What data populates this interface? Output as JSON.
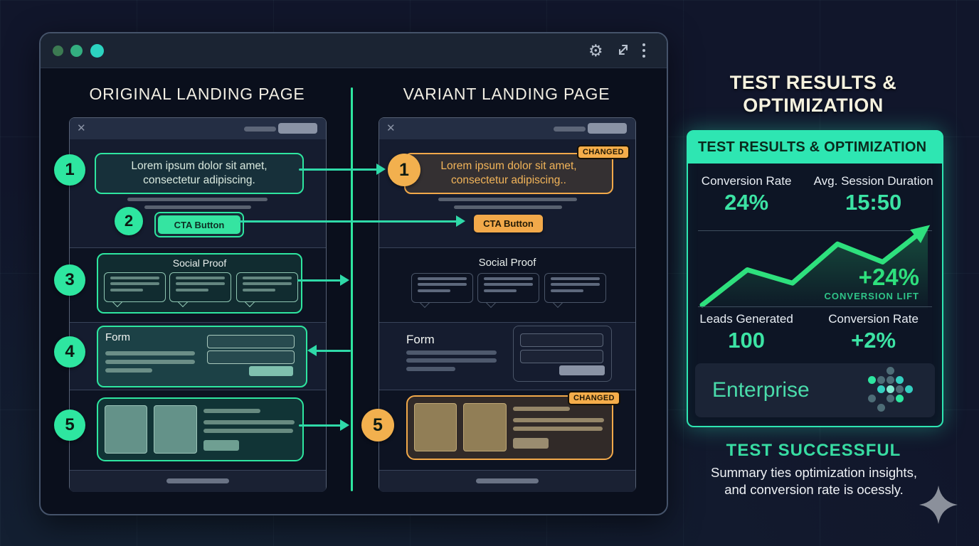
{
  "original": {
    "title": "ORIGINAL LANDING PAGE",
    "steps": [
      "1",
      "2",
      "3",
      "4",
      "5"
    ],
    "hero_line1": "Lorem ipsum dolor sit amet,",
    "hero_line2": "consectetur adipiscing.",
    "cta_label": "CTA Button",
    "social_title": "Social Proof",
    "form_title": "Form",
    "close_glyph": "✕"
  },
  "variant": {
    "title": "VARIANT LANDING PAGE",
    "step_1": "1",
    "step_5": "5",
    "hero_line1": "Lorem ipsum dolor sit amet,",
    "hero_line2": "consectetur adipiscing..",
    "cta_label": "CTA Button",
    "social_title": "Social Proof",
    "form_title": "Form",
    "changed_badge": "CHANGED",
    "close_glyph": "✕"
  },
  "results": {
    "heading_line1": "TEST RESULTS &",
    "heading_line2": "OPTIMIZATION",
    "card_header": "TEST RESULTS & OPTIMIZATION",
    "metrics_top": [
      {
        "label": "Conversion Rate",
        "value": "24%"
      },
      {
        "label": "Avg. Session Duration",
        "value": "15:50"
      }
    ],
    "lift_value": "+24%",
    "lift_label": "CONVERSION LIFT",
    "metrics_bottom": [
      {
        "label": "Leads Generated",
        "value": "100"
      },
      {
        "label": "Conversion Rate",
        "value": "+2%"
      }
    ],
    "plan_name": "Enterprise",
    "status": "TEST SUCCESSFUL",
    "summary_line1": "Summary ties optimization insights,",
    "summary_line2": "and conversion rate is ocessly."
  },
  "chart_data": {
    "type": "line",
    "title": "Conversion lift sparkline",
    "x": [
      1,
      2,
      3,
      4,
      5,
      6
    ],
    "values": [
      0,
      45,
      28,
      78,
      55,
      100
    ],
    "y_unit": "relative height 0-100; unlabeled sparkline with no axes, ticks or gridlines",
    "annotation_value": "+24%",
    "annotation_label": "CONVERSION LIFT",
    "legend": "none",
    "trend": "upward zigzag ending in an arrowhead"
  },
  "colors": {
    "accent_green": "#2ee6a0",
    "accent_teal": "#2fd9a8",
    "accent_orange": "#f2a94a",
    "panel_green": "#2ee6b2",
    "chart_green": "#2ee07d",
    "status_green": "#38dca2",
    "stat_value_green": "#3ce3a4",
    "plan_green": "#4adcab",
    "bg": "#11162b"
  },
  "icons": {
    "gear": "⚙",
    "window_dots": "traffic-lights",
    "expand": "diagonal-resize-arrows",
    "menu": "kebab-vertical-dots",
    "logo": "dot-cluster-logo",
    "sparkle": "four-point-star"
  }
}
